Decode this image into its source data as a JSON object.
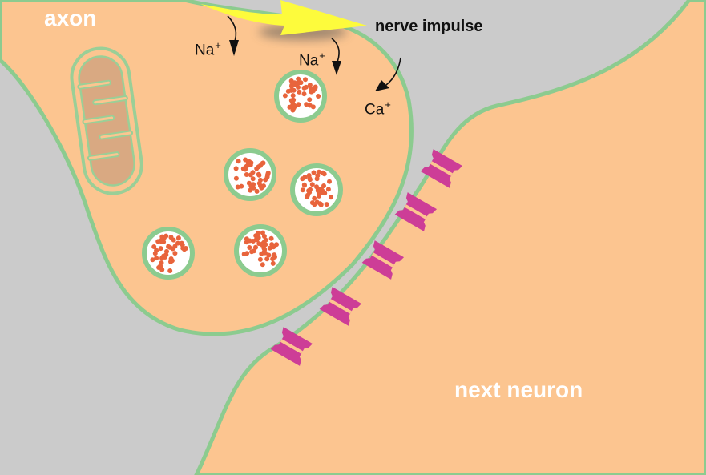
{
  "labels": {
    "axon": "axon",
    "nerve_impulse": "nerve impulse",
    "next_neuron": "next neuron",
    "ion_na_1": {
      "symbol": "Na",
      "charge": "+"
    },
    "ion_na_2": {
      "symbol": "Na",
      "charge": "+"
    },
    "ion_ca": {
      "symbol": "Ca",
      "charge": "+"
    }
  },
  "colors": {
    "background": "#cbcbcb",
    "cell_fill": "#fcc590",
    "membrane": "#8ccb8f",
    "vesicle_fill": "#ffffff",
    "neurotransmitter": "#e8643c",
    "receptor": "#cd3d97",
    "impulse_arrow": "#fdfb3c",
    "mitochondrion_fill": "#d9a982",
    "label_white": "#ffffff",
    "label_dark": "#111111"
  },
  "icons": {
    "impulse": "arrow-right-icon",
    "ion_flow": "curved-arrow-icon"
  }
}
